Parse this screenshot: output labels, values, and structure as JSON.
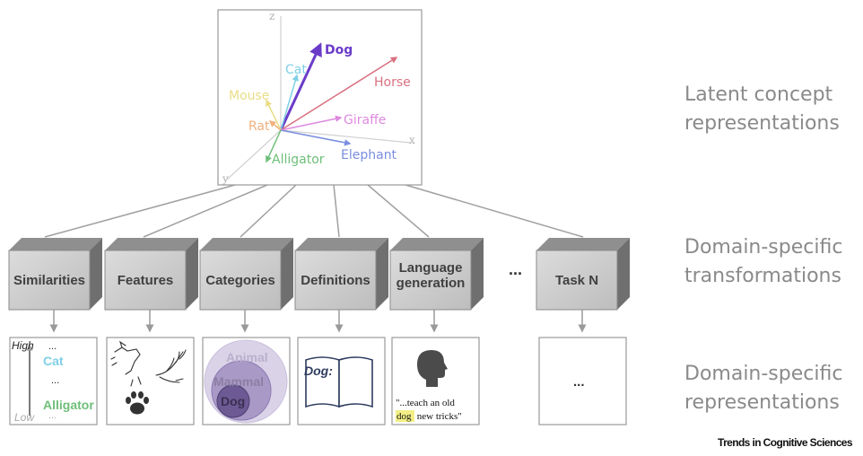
{
  "side_labels": {
    "top": [
      "Latent concept",
      "representations"
    ],
    "middle": [
      "Domain-specific",
      "transformations"
    ],
    "bottom": [
      "Domain-specific",
      "representations"
    ]
  },
  "space": {
    "axes": {
      "x": "x",
      "y": "y",
      "z": "z"
    },
    "vectors": [
      {
        "label": "Dog",
        "color": "#6a3bc9"
      },
      {
        "label": "Cat",
        "color": "#7fd0e6"
      },
      {
        "label": "Horse",
        "color": "#d9707f"
      },
      {
        "label": "Mouse",
        "color": "#e9dd86"
      },
      {
        "label": "Giraffe",
        "color": "#dd8adf"
      },
      {
        "label": "Rat",
        "color": "#f0b07e"
      },
      {
        "label": "Elephant",
        "color": "#7a8ee0"
      },
      {
        "label": "Alligator",
        "color": "#6fbf79"
      }
    ]
  },
  "transforms": {
    "boxes": [
      {
        "label": [
          "Similarities"
        ]
      },
      {
        "label": [
          "Features"
        ]
      },
      {
        "label": [
          "Categories"
        ]
      },
      {
        "label": [
          "Definitions"
        ]
      },
      {
        "label": [
          "Language",
          "generation"
        ]
      },
      {
        "label": [
          "Task N"
        ]
      }
    ],
    "ellipsis": "..."
  },
  "outputs": {
    "similarities": {
      "high": "High",
      "low": "Low",
      "dots": "...",
      "cat": "Cat",
      "alligator": "Alligator"
    },
    "categories": {
      "outer": "Animal",
      "middle": "Mammal",
      "inner": "Dog"
    },
    "definitions": {
      "word": "Dog:"
    },
    "language": {
      "line1": "\"...teach an old",
      "highlight": "dog",
      "rest": " new tricks\""
    },
    "taskn": {
      "dots": "..."
    }
  },
  "credit": "Trends in Cognitive Sciences"
}
